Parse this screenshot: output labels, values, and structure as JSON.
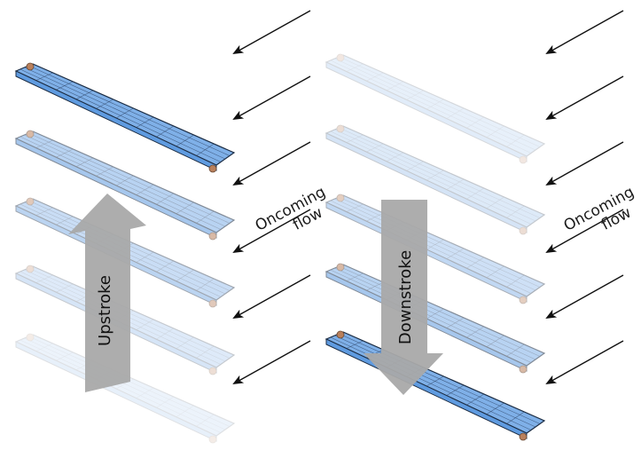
{
  "left_panel": {
    "arrow_label": "Upstroke",
    "flow_label_line1": "Oncoming",
    "flow_label_line2": "flow",
    "wing_opacities": [
      1.0,
      0.55,
      0.42,
      0.25,
      0.14
    ]
  },
  "right_panel": {
    "arrow_label": "Downstroke",
    "flow_label_line1": "Oncoming",
    "flow_label_line2": "flow",
    "wing_opacities": [
      0.18,
      0.26,
      0.38,
      0.55,
      1.0
    ]
  },
  "colors": {
    "wing_fill": "#7fb0e8",
    "wing_top": "#5f9be0",
    "wing_edge": "#1c2d44",
    "mesh": "#2a3f60",
    "stroke_arrow": "#a9a9a9",
    "flow_arrow": "#111111",
    "pivot": "#b9805c"
  }
}
